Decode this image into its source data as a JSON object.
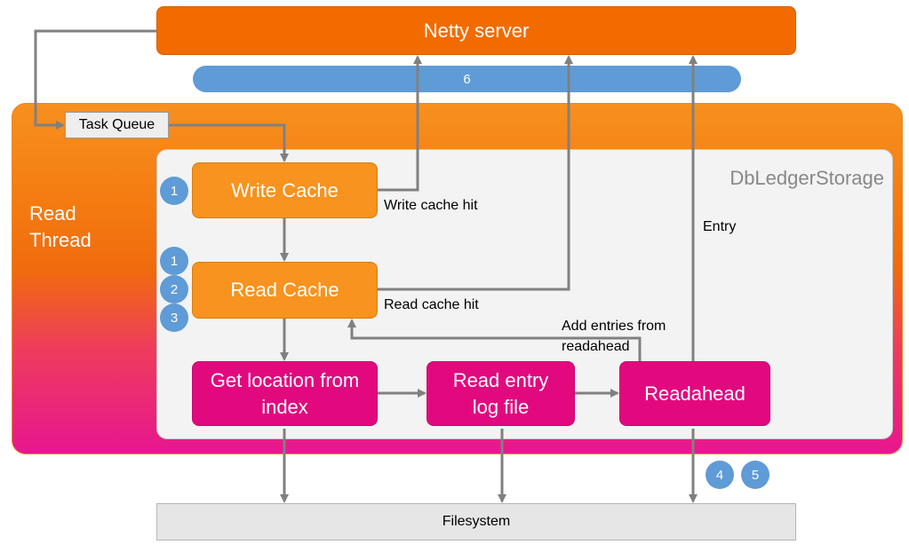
{
  "netty": {
    "label": "Netty server"
  },
  "bar": {
    "label": "6"
  },
  "read_thread": {
    "label": "Read Thread"
  },
  "storage": {
    "label": "DbLedgerStorage"
  },
  "task_queue": {
    "label": "Task Queue"
  },
  "write_cache": {
    "label": "Write Cache"
  },
  "read_cache": {
    "label": "Read Cache"
  },
  "get_location": {
    "label": "Get location from index"
  },
  "read_entry": {
    "label": "Read entry log file"
  },
  "readahead": {
    "label": "Readahead"
  },
  "filesystem": {
    "label": "Filesystem"
  },
  "edge_labels": {
    "write_cache_hit": "Write cache hit",
    "read_cache_hit": "Read cache hit",
    "entry": "Entry",
    "add_entries_line1": "Add entries from",
    "add_entries_line2": "readahead"
  },
  "badges": {
    "write_cache": [
      "1"
    ],
    "read_cache": [
      "1",
      "2",
      "3"
    ],
    "readahead": [
      "4",
      "5"
    ]
  },
  "colors": {
    "netty": "#f26b00",
    "bar": "#5f9bd6",
    "cache_box": "#f7931e",
    "disk_box": "#e2097f",
    "arrow": "#808080"
  }
}
